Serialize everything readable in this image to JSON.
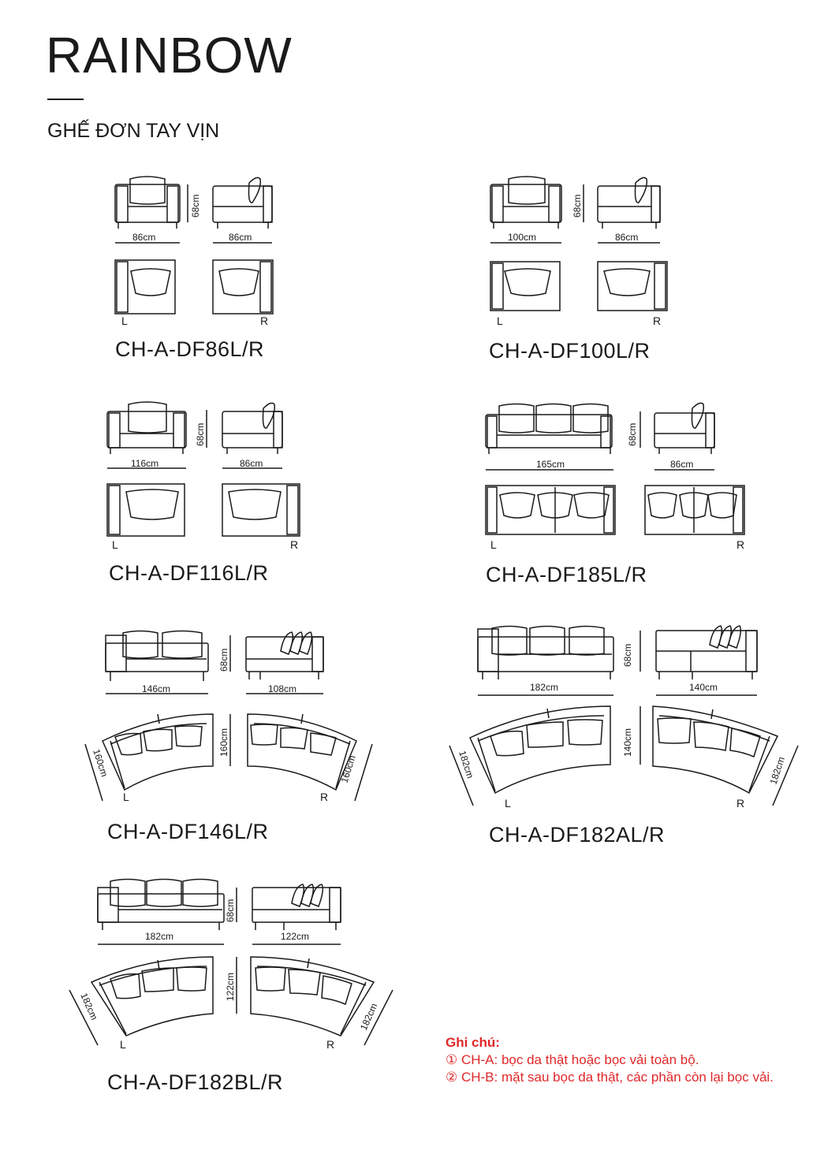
{
  "header": {
    "title": "RAINBOW",
    "subtitle": "GHẾ ĐƠN TAY VỊN"
  },
  "models": [
    {
      "code": "CH-A-DF86L/R",
      "front_width": "86cm",
      "side_width": "86cm",
      "height": "68cm",
      "left": "L",
      "right": "R"
    },
    {
      "code": "CH-A-DF100L/R",
      "front_width": "100cm",
      "side_width": "86cm",
      "height": "68cm",
      "left": "L",
      "right": "R"
    },
    {
      "code": "CH-A-DF116L/R",
      "front_width": "116cm",
      "side_width": "86cm",
      "height": "68cm",
      "left": "L",
      "right": "R"
    },
    {
      "code": "CH-A-DF185L/R",
      "front_width": "165cm",
      "side_width": "86cm",
      "height": "68cm",
      "left": "L",
      "right": "R"
    },
    {
      "code": "CH-A-DF146L/R",
      "front_width": "146cm",
      "side_width": "108cm",
      "height": "68cm",
      "depth": "160cm",
      "arc": "160cm",
      "left": "L",
      "right": "R"
    },
    {
      "code": "CH-A-DF182AL/R",
      "front_width": "182cm",
      "side_width": "140cm",
      "height": "68cm",
      "depth": "140cm",
      "arc": "182cm",
      "left": "L",
      "right": "R"
    },
    {
      "code": "CH-A-DF182BL/R",
      "front_width": "182cm",
      "side_width": "122cm",
      "height": "68cm",
      "depth": "122cm",
      "arc": "182cm",
      "left": "L",
      "right": "R"
    }
  ],
  "notes": {
    "title": "Ghi chú:",
    "items": [
      "①  CH-A: bọc da thật hoặc bọc vải toàn bộ.",
      "②  CH-B: mặt sau bọc da thật, các phần còn lại bọc vải."
    ]
  },
  "colors": {
    "ink": "#1a1a1a",
    "note_red": "#e0282a"
  }
}
